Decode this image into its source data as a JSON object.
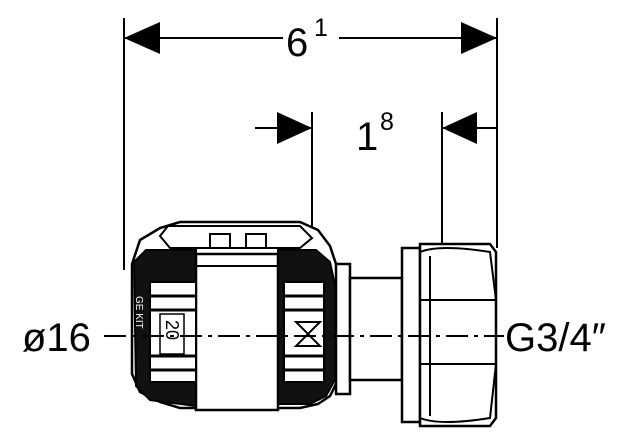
{
  "dimensions": {
    "overall_length": {
      "main": "6",
      "sup": "1"
    },
    "insertion_depth": {
      "main": "1",
      "sup": "8"
    }
  },
  "labels": {
    "pipe_diameter": "ø16",
    "thread": "G3/4″"
  },
  "part_markings": {
    "size_number": "20",
    "brand_text": "GE KIT"
  },
  "colors": {
    "line": "#000000",
    "background": "#ffffff",
    "body_fill": "#ffffff"
  }
}
